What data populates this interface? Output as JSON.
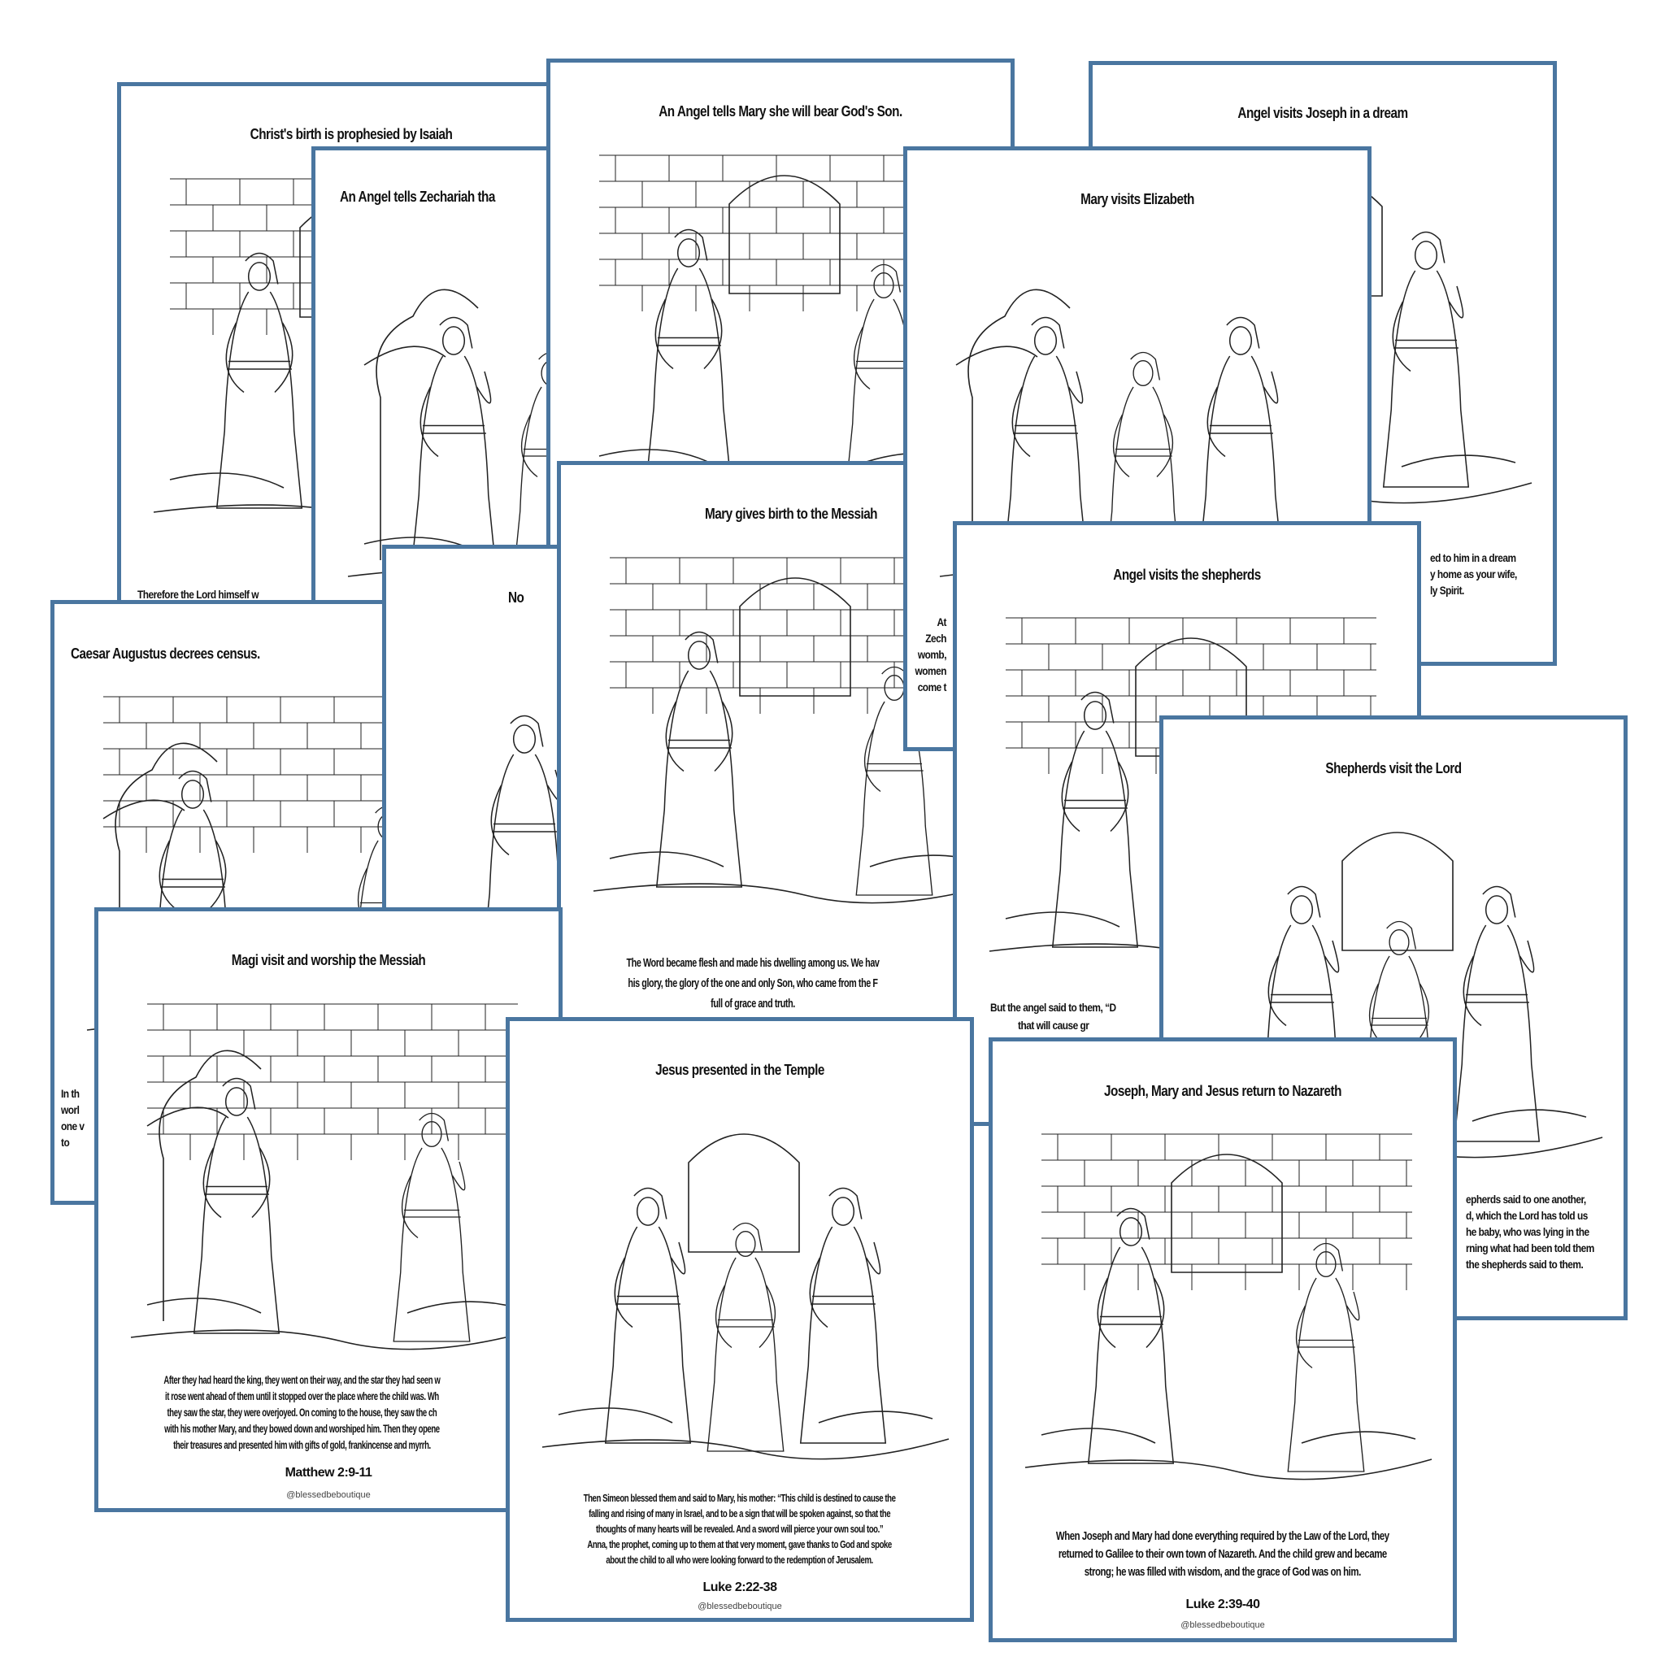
{
  "border_color": "#4a76a0",
  "cards": [
    {
      "id": "isaiah",
      "title": "Christ's birth is prophesied by Isaiah",
      "partial_lines": [
        "Therefore the Lord himself w"
      ]
    },
    {
      "id": "zech",
      "title": "An Angel tells Zechariah tha"
    },
    {
      "id": "mary",
      "title": "An Angel tells Mary she will bear God's Son."
    },
    {
      "id": "joseph",
      "title": "Angel visits Joseph in a dream",
      "partial_lines": [
        "ed to him in a dream",
        "y home as your wife,",
        "ly Spirit."
      ]
    },
    {
      "id": "caesar",
      "title": "Caesar Augustus decrees census.",
      "partial_lines": [
        "In th",
        "worl",
        "one v",
        "to"
      ]
    },
    {
      "id": "no",
      "title": "No"
    },
    {
      "id": "birth",
      "title": "Mary gives birth to the Messiah",
      "body_lines": [
        "The Word became flesh and made his dwelling among us. We hav",
        "his glory, the glory of the one and only Son, who came from the F",
        "full of grace and truth."
      ]
    },
    {
      "id": "eliz",
      "title": "Mary visits Elizabeth",
      "partial_lines": [
        "At",
        "Zech",
        "womb,",
        "women",
        "come t"
      ]
    },
    {
      "id": "shepangel",
      "title": "Angel visits the shepherds",
      "partial_lines": [
        "But the angel said to them, “D",
        "that will cause gr"
      ]
    },
    {
      "id": "sheplord",
      "title": "Shepherds visit the Lord",
      "partial_lines": [
        "epherds said to one another,",
        "d, which the Lord has told us",
        "he baby, who was lying in the",
        "rning what had been told them",
        "the shepherds said to them."
      ]
    },
    {
      "id": "magi",
      "title": "Magi visit and worship the Messiah",
      "body_lines": [
        "After they had heard the king, they went on their way, and the star they had seen w",
        "it rose went ahead of them until it stopped over the place where the child was. Wh",
        "they saw the star, they were overjoyed.  On coming to the house, they saw the ch",
        "with his mother Mary, and they bowed down and worshiped him. Then they opene",
        "their treasures and presented him with gifts of gold, frankincense and myrrh."
      ],
      "reference": "Matthew 2:9-11",
      "handle": "@blessedbeboutique"
    },
    {
      "id": "temple",
      "title": "Jesus presented in the Temple",
      "body_lines": [
        "Then Simeon blessed them and said to Mary, his mother: “This child is destined to cause the",
        "falling and rising of many in Israel, and to be a sign that will be spoken against, so that the",
        "thoughts of many hearts will be revealed. And a sword will pierce your own soul too.”",
        "Anna, the prophet, coming up to them at that very moment, gave thanks to God and spoke",
        "about the child to all who were looking forward to the redemption of Jerusalem."
      ],
      "reference": "Luke 2:22-38",
      "handle": "@blessedbeboutique"
    },
    {
      "id": "naz",
      "title": "Joseph, Mary and Jesus return to Nazareth",
      "body_lines": [
        "When Joseph and Mary had done everything required by the Law of the Lord, they",
        "returned to Galilee to their own town of Nazareth.  And the child grew and became",
        "strong; he was filled with wisdom, and the grace of God was on him."
      ],
      "reference": "Luke 2:39-40",
      "handle": "@blessedbeboutique"
    }
  ]
}
